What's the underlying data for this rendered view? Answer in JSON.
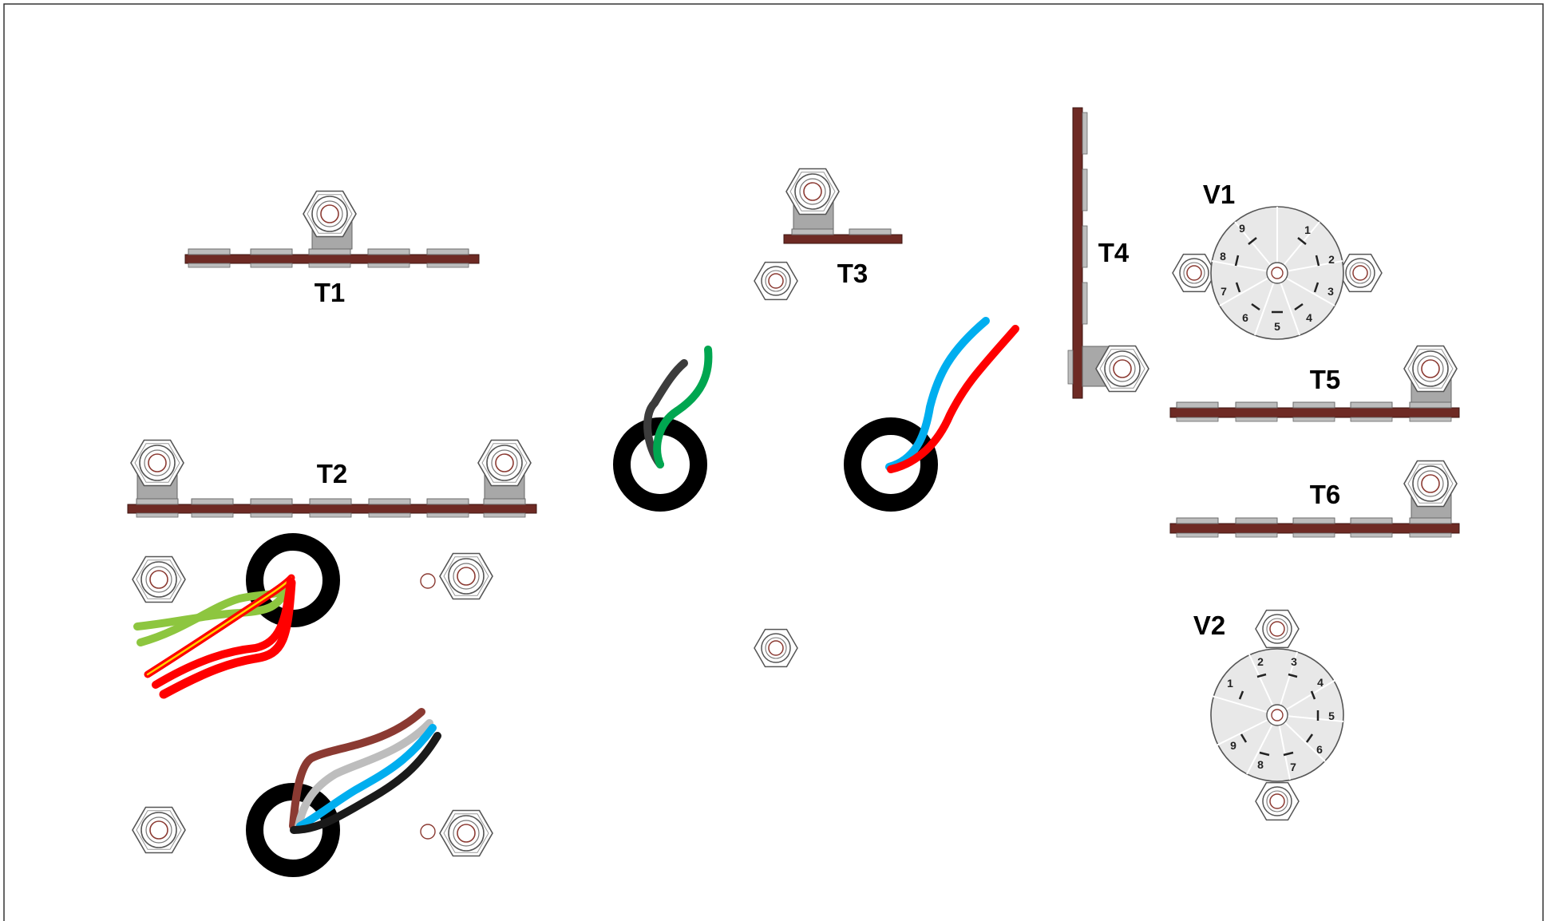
{
  "labels": {
    "t1": "T1",
    "t2": "T2",
    "t3": "T3",
    "t4": "T4",
    "t5": "T5",
    "t6": "T6",
    "v1": "V1",
    "v2": "V2"
  },
  "v1_pins": [
    "1",
    "2",
    "3",
    "4",
    "5",
    "6",
    "7",
    "8",
    "9"
  ],
  "v2_pins": [
    "1",
    "2",
    "3",
    "4",
    "5",
    "6",
    "7",
    "8",
    "9"
  ],
  "colors": {
    "terminal_strip": "#6e2a24",
    "lug": "#9a9a9a",
    "grommet": "#000000",
    "wire_green": "#00a650",
    "wire_dark_gray": "#3c3c3c",
    "wire_blue": "#00aeef",
    "wire_red": "#ff0000",
    "wire_light_green": "#8dc63f",
    "wire_brown": "#8b3a32",
    "wire_gray": "#bdbdbd",
    "wire_black": "#1a1a1a",
    "wire_yellow_tracer": "#ffd200"
  }
}
